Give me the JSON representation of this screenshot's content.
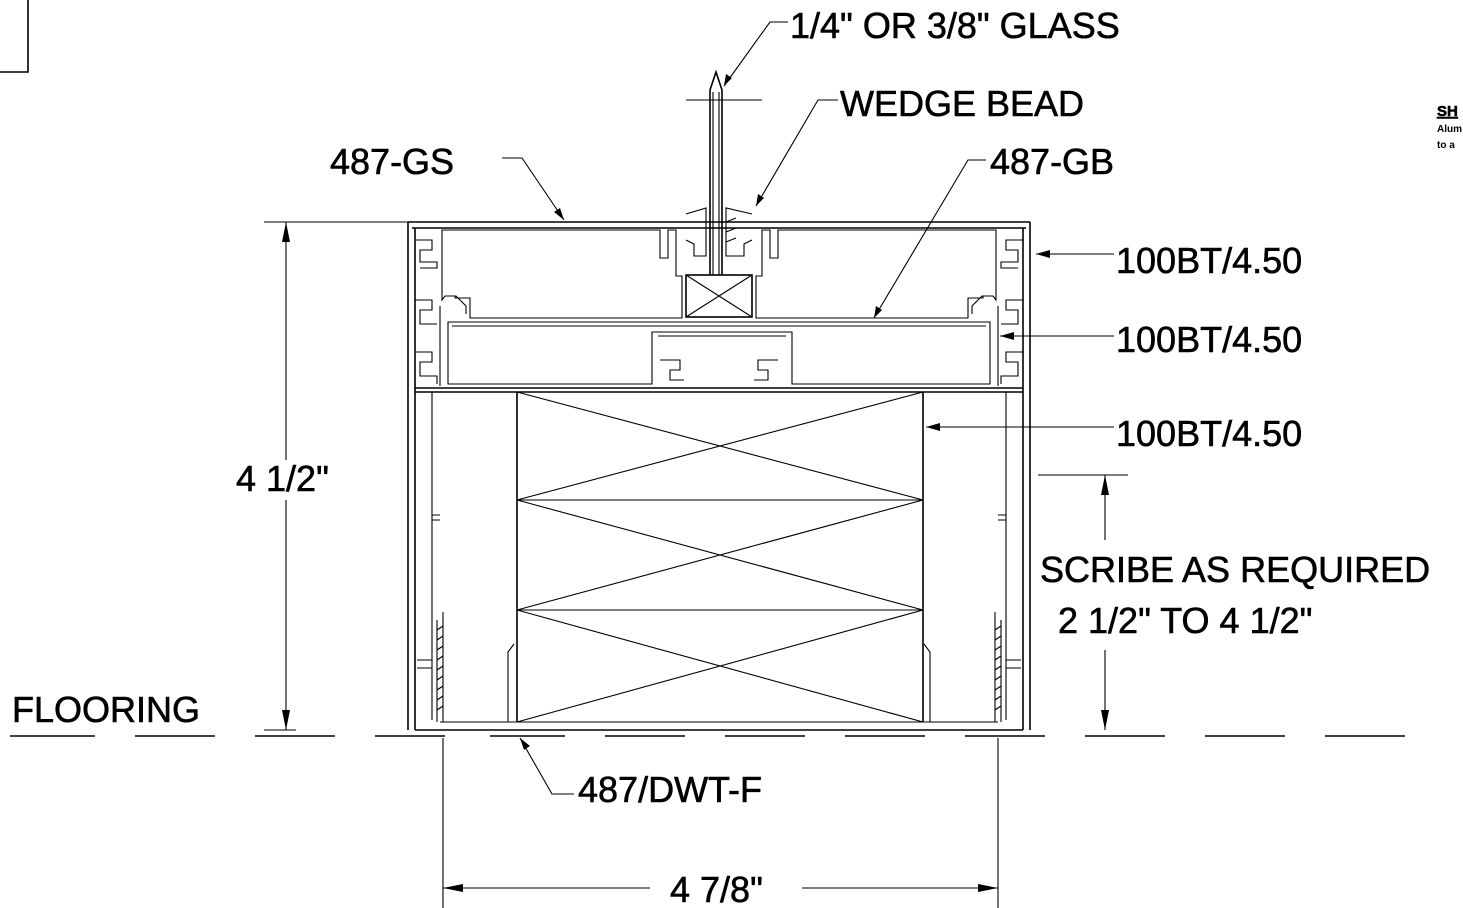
{
  "labels": {
    "glass": "1/4\" OR 3/8\" GLASS",
    "wedge_bead": "WEDGE BEAD",
    "gs": "487-GS",
    "gb": "487-GB",
    "bt1": "100BT/4.50",
    "bt2": "100BT/4.50",
    "bt3": "100BT/4.50",
    "height": "4 1/2\"",
    "scribe1": "SCRIBE AS REQUIRED",
    "scribe2": "2 1/2\" TO 4 1/2\"",
    "flooring": "FLOORING",
    "dwt": "487/DWT-F",
    "width": "4 7/8\"",
    "sh": "SH",
    "note1": "Alum",
    "note2": "to a"
  }
}
